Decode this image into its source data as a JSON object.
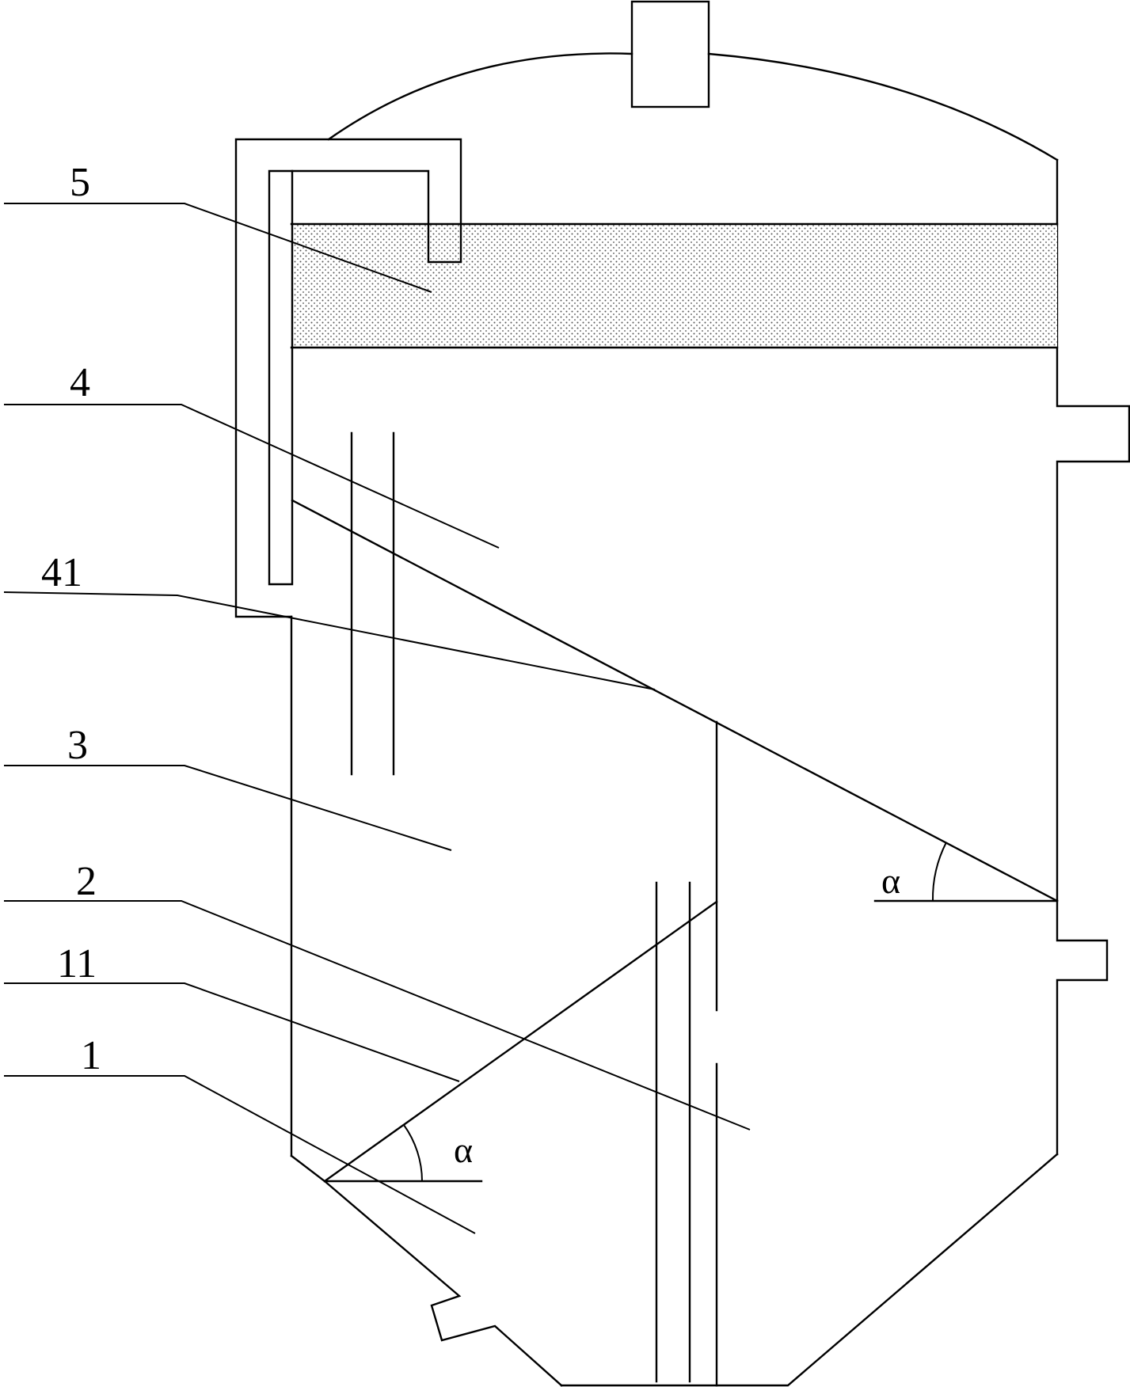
{
  "labels": {
    "l5": "5",
    "l4": "4",
    "l41": "41",
    "l3": "3",
    "l2": "2",
    "l11": "11",
    "l1": "1"
  },
  "angles": {
    "upper": "α",
    "lower": "α"
  },
  "colors": {
    "line": "#000000",
    "fill_layer": "#d9d9d9",
    "background": "#ffffff"
  }
}
